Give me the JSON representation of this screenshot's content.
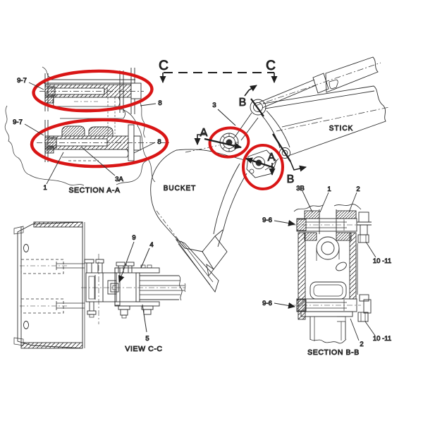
{
  "figure": {
    "type": "technical-parts-diagram",
    "colors": {
      "highlight_red": "#d91515",
      "line": "#2d2d2d",
      "background": "#ffffff"
    }
  },
  "section_aa": {
    "title": "SECTION A-A",
    "callouts": {
      "pin_top": "9-7",
      "pin_bottom": "9-7",
      "plate_top": "8",
      "plate_bottom": "8",
      "bracket": "1",
      "pin_assembly": "3A"
    }
  },
  "linkage_view": {
    "section_c_left": "C",
    "section_c_right": "C",
    "section_b_top": "B",
    "section_b_bottom": "B",
    "section_a_left": "A",
    "section_a_right": "A",
    "link_callout": "3",
    "stick_label": "STICK",
    "bucket_label": "BUCKET"
  },
  "view_cc": {
    "title": "VIEW C-C",
    "callouts": {
      "pin": "9",
      "bracket": "4",
      "bolt": "5"
    }
  },
  "section_bb": {
    "title": "SECTION B-B",
    "callouts": {
      "link": "3B",
      "plate_1": "1",
      "plate_2_top": "2",
      "plate_2_bottom": "2",
      "bolt_top": "9-6",
      "bolt_bottom": "9-6",
      "washers_top": "10 -11",
      "washers_bottom": "10 -11"
    }
  }
}
